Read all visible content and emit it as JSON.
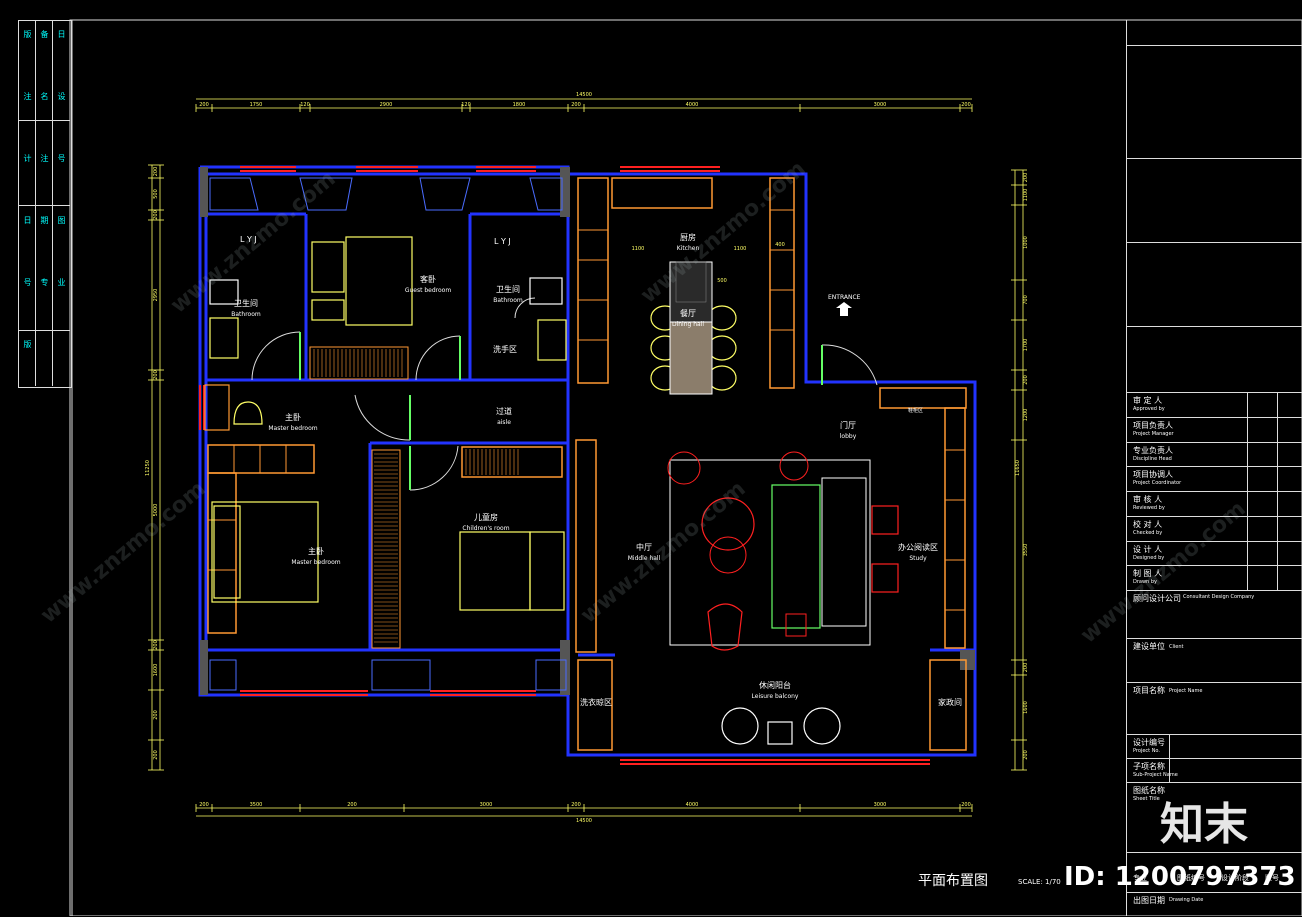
{
  "plan": {
    "title": "平面布置图",
    "scale": "SCALE: 1/70",
    "dims_top": [
      "200",
      "1750",
      "120",
      "2900",
      "120",
      "1800",
      "200",
      "4000",
      "3000",
      "200"
    ],
    "dims_top_total": "14500",
    "dims_bottom": [
      "200",
      "3500",
      "200",
      "3000",
      "200",
      "4000",
      "3000",
      "200"
    ],
    "dims_bottom_total": "14500",
    "dims_left": [
      "200",
      "500",
      "200",
      "2950",
      "200",
      "5000",
      "200",
      "1600",
      "200",
      "200"
    ],
    "dims_left_total": "11250",
    "dims_right": [
      "200",
      "1100",
      "1000",
      "700",
      "1700",
      "200",
      "1200",
      "3550",
      "200",
      "1600",
      "200"
    ],
    "dims_right_total": "11650",
    "kitchen_dims": [
      "1100",
      "1100",
      "400",
      "500"
    ],
    "rooms": [
      {
        "cn": "卫生间",
        "en": "Bathroom"
      },
      {
        "cn": "客卧",
        "en": "Guest bedroom"
      },
      {
        "cn": "卫生间",
        "en": "Bathroom"
      },
      {
        "cn": "洗手区",
        "en": ""
      },
      {
        "cn": "厨房",
        "en": "Kitchen"
      },
      {
        "cn": "餐厅",
        "en": "Dining hall"
      },
      {
        "cn": "主卧",
        "en": "Master bedroom"
      },
      {
        "cn": "过道",
        "en": "aisle"
      },
      {
        "cn": "门厅",
        "en": "lobby"
      },
      {
        "cn": "儿童房",
        "en": "Children's room"
      },
      {
        "cn": "中厅",
        "en": "Middle hall"
      },
      {
        "cn": "办公阅读区",
        "en": "Study"
      },
      {
        "cn": "主卧",
        "en": "Master bedroom"
      },
      {
        "cn": "休闲阳台",
        "en": "Leisure balcony"
      },
      {
        "cn": "洗衣晾区",
        "en": ""
      },
      {
        "cn": "家政间",
        "en": ""
      }
    ],
    "lyj1": "L Y J",
    "lyj2": "L Y J",
    "entrance": "ENTRANCE",
    "shoe_cabinet": "鞋柜区"
  },
  "title_block": {
    "rows": [
      {
        "cn": "审 定 人",
        "en": "Approved by"
      },
      {
        "cn": "项目负责人",
        "en": "Project Manager"
      },
      {
        "cn": "专业负责人",
        "en": "Discipline Head"
      },
      {
        "cn": "项目协调人",
        "en": "Project Coordinator"
      },
      {
        "cn": "审 核 人",
        "en": "Reviewed by"
      },
      {
        "cn": "校 对 人",
        "en": "Checked by"
      },
      {
        "cn": "设 计 人",
        "en": "Designed by"
      },
      {
        "cn": "制 图 人",
        "en": "Drawn by"
      }
    ],
    "company_label": "顾问设计公司",
    "company_val": "Consultant Design Company",
    "client_label": "建设单位",
    "client_val": "Client",
    "project_label": "项目名称",
    "project_val": "Project Name",
    "design_no_label": "设计编号",
    "design_no_val": "Project No.",
    "sub_label": "子项名称",
    "sub_val": "Sub-Project Name",
    "sheet_label": "图纸名称",
    "sheet_val": "Sheet Title",
    "bottom_cols": [
      "专业",
      "图纸编号",
      "设计阶段",
      "版号"
    ],
    "date_label": "出图日期",
    "date_val": "Drawing Date"
  },
  "left_strip": [
    "版",
    "备",
    "日",
    "注",
    "名",
    "设",
    "计",
    "注",
    "号",
    "日",
    "期",
    "图",
    "号",
    "专",
    "业",
    "版"
  ],
  "brand": "知末",
  "id_tag": "ID: 1200797373",
  "watermark": "www.znzmo.com",
  "colors": {
    "wall": "#2233ff",
    "window": "#ff2020",
    "furniture": "#ffff66",
    "cabinet": "#ff9933",
    "fixture": "#66ffff",
    "door": "#66ff66",
    "dim": "#ffff00",
    "line": "#ffffff"
  }
}
